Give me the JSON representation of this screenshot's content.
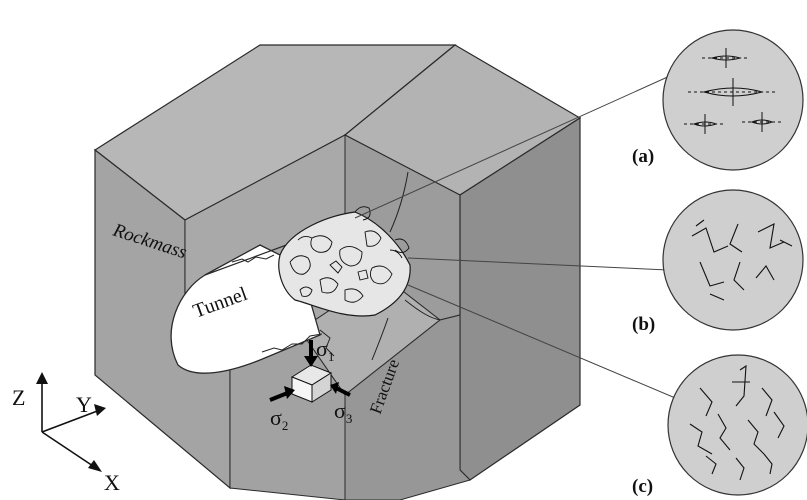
{
  "labels": {
    "rockmass": "Rockmass",
    "tunnel": "Tunnel",
    "fracture": "Fracture",
    "sigma1": "σ",
    "sigma1_sub": "1",
    "sigma2": "σ",
    "sigma2_sub": "2",
    "sigma3": "σ",
    "sigma3_sub": "3",
    "axis_z": "Z",
    "axis_y": "Y",
    "axis_x": "X",
    "panel_a": "(a)",
    "panel_b": "(b)",
    "panel_c": "(c)"
  },
  "colors": {
    "face_front": "#a4a4a4",
    "face_top": "#b7b7b7",
    "face_side": "#8f8f8f",
    "edge": "#2a2a2a",
    "circle_fill": "#cfcfcf",
    "tunnel_fill": "#ffffff"
  }
}
